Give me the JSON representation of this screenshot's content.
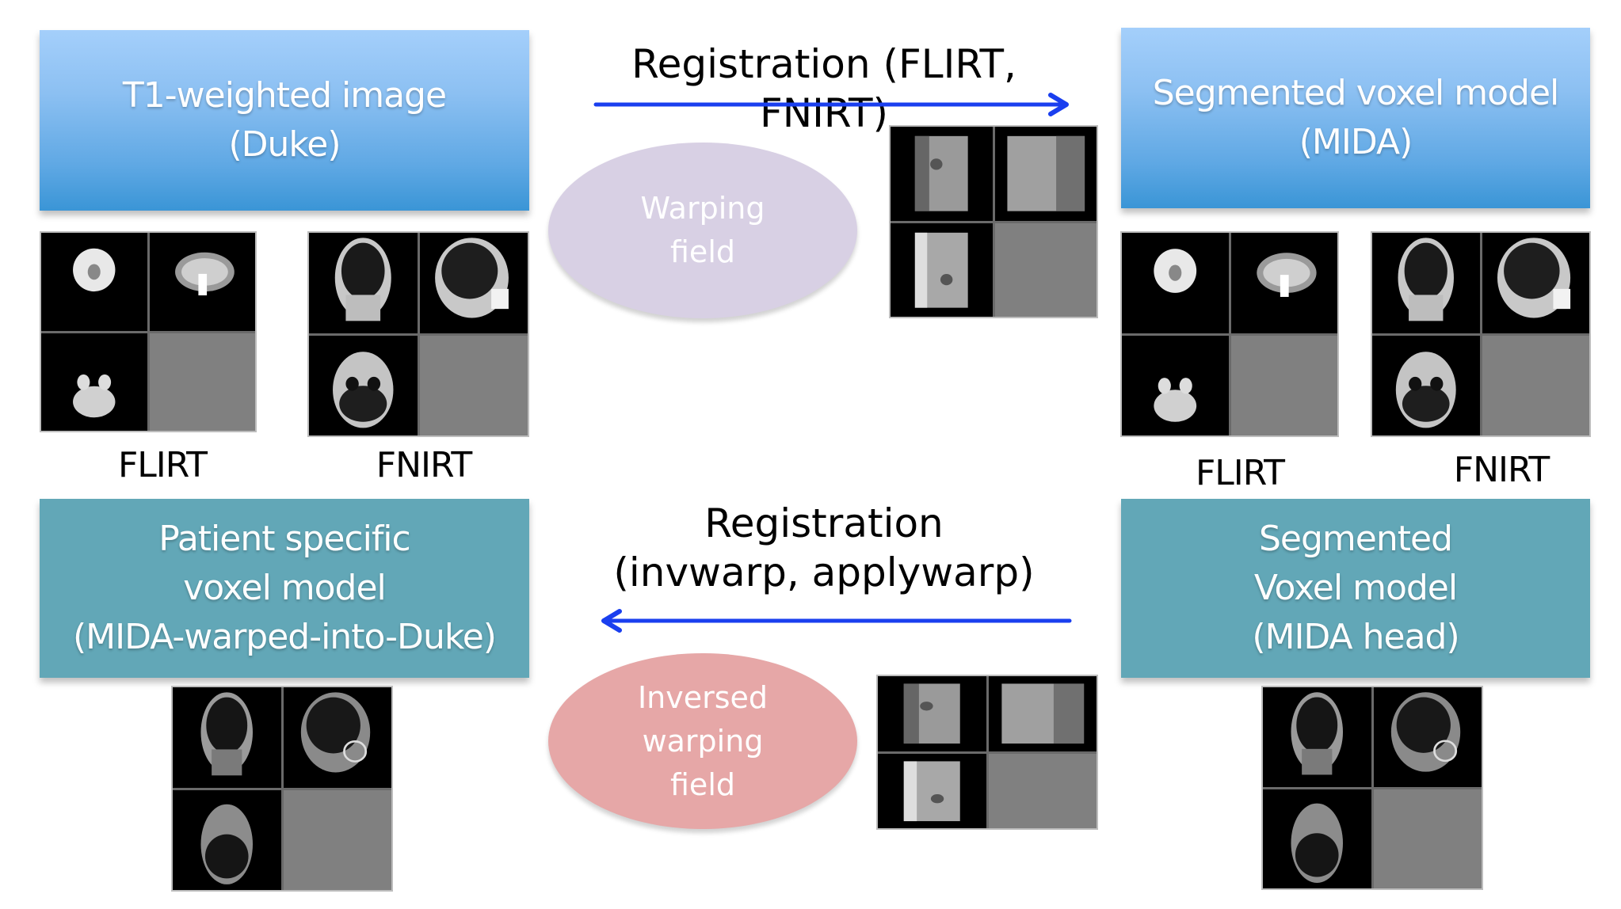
{
  "colors": {
    "box_blue_top": "#a4cffb",
    "box_blue_bottom": "#3a95d6",
    "box_teal": "#62a7b7",
    "ellipse_warping": "#d8d0e4",
    "ellipse_inverse": "#e6a7a7",
    "arrow": "#1a3fef",
    "empty_panel": "#808080"
  },
  "top_left_box": {
    "text": "T1-weighted image\n(Duke)"
  },
  "top_right_box": {
    "text": "Segmented voxel model\n(MIDA)"
  },
  "bottom_left_box": {
    "text": "Patient specific\nvoxel model\n(MIDA-warped-into-Duke)"
  },
  "bottom_right_box": {
    "text": "Segmented\nVoxel model\n(MIDA head)"
  },
  "top_arrow": {
    "label": "Registration (FLIRT, FNIRT)",
    "direction": "right"
  },
  "bottom_arrow": {
    "label": "Registration\n(invwarp, applywarp)",
    "direction": "left"
  },
  "warping_field": {
    "text": "Warping\nfield"
  },
  "inversed_warping_field": {
    "text": "Inversed\nwarping\nfield"
  },
  "duke_images": [
    {
      "caption": "FLIRT",
      "views": [
        "coronal",
        "sagittal",
        "axial",
        "empty"
      ],
      "content": "brain"
    },
    {
      "caption": "FNIRT",
      "views": [
        "coronal",
        "sagittal",
        "axial",
        "empty"
      ],
      "content": "head"
    }
  ],
  "mida_images": [
    {
      "caption": "FLIRT",
      "views": [
        "coronal",
        "sagittal",
        "axial",
        "empty"
      ],
      "content": "brain"
    },
    {
      "caption": "FNIRT",
      "views": [
        "coronal",
        "sagittal",
        "axial",
        "empty"
      ],
      "content": "head"
    }
  ],
  "warp_field_image": {
    "views": [
      "coronal",
      "sagittal",
      "axial",
      "empty"
    ]
  },
  "inverse_warp_field_image": {
    "views": [
      "coronal",
      "sagittal",
      "axial",
      "empty"
    ]
  },
  "patient_model_image": {
    "views": [
      "coronal",
      "sagittal",
      "axial",
      "empty"
    ]
  },
  "mida_head_image": {
    "views": [
      "coronal",
      "sagittal",
      "axial",
      "empty"
    ]
  }
}
